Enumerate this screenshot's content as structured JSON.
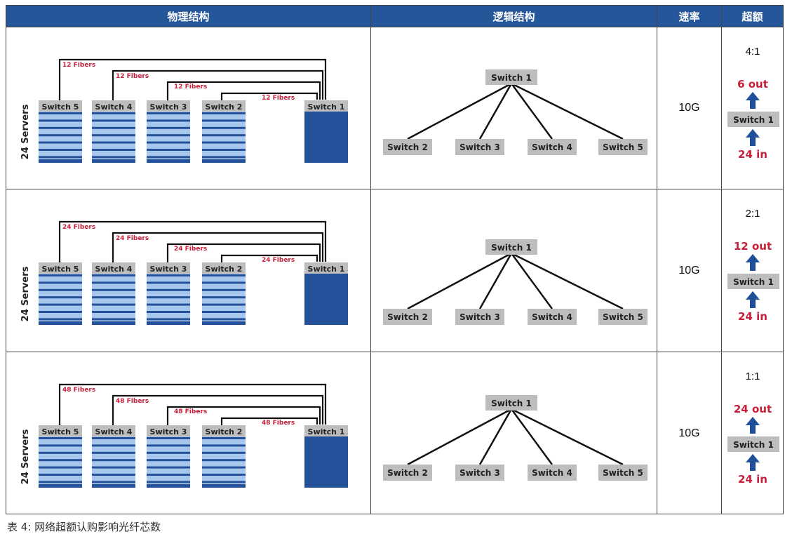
{
  "header": {
    "physical": "物理结构",
    "logical": "逻辑结构",
    "speed": "速率",
    "oversub": "超额"
  },
  "switch_labels": [
    "Switch 5",
    "Switch 4",
    "Switch 3",
    "Switch 2",
    "Switch 1"
  ],
  "logical_labels": {
    "top": "Switch 1",
    "bottom": [
      "Switch 2",
      "Switch 3",
      "Switch 4",
      "Switch 5"
    ]
  },
  "servers_label": "24 Servers",
  "rows": [
    {
      "fibers": "12 Fibers",
      "speed": "10G",
      "ratio": "4:1",
      "out": "6 out",
      "switch": "Switch 1",
      "in": "24 in"
    },
    {
      "fibers": "24 Fibers",
      "speed": "10G",
      "ratio": "2:1",
      "out": "12 out",
      "switch": "Switch 1",
      "in": "24 in"
    },
    {
      "fibers": "48 Fibers",
      "speed": "10G",
      "ratio": "1:1",
      "out": "24 out",
      "switch": "Switch 1",
      "in": "24 in"
    }
  ],
  "caption": "表 4: 网络超额认购影响光纤芯数",
  "colors": {
    "header_bg": "#25569a",
    "rack_dark": "#25509a",
    "rack_light": "#a7c7ec",
    "fiber_label": "#c8203a",
    "switch_gray": "#bdbdbd",
    "arrow_blue": "#1f4f9a"
  }
}
